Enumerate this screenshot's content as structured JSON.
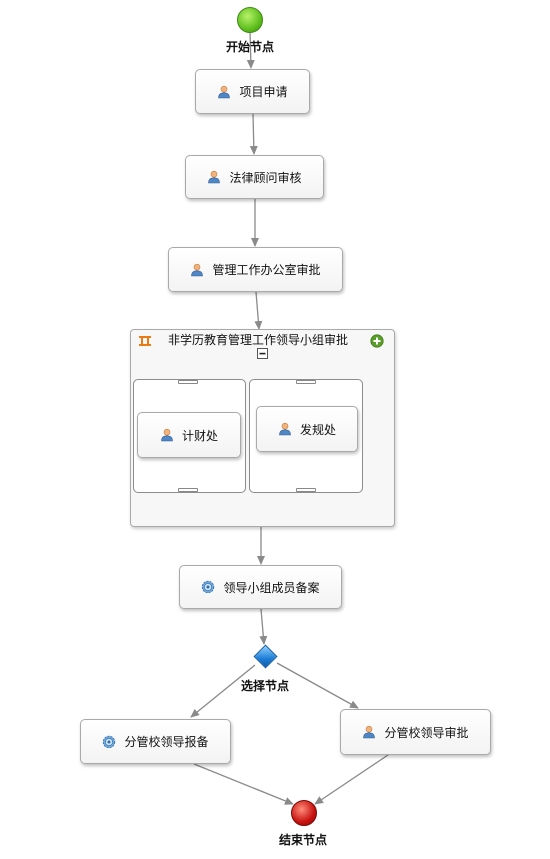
{
  "start": {
    "label": "开始节点"
  },
  "end": {
    "label": "结束节点"
  },
  "decision": {
    "label": "选择节点"
  },
  "nodes": {
    "apply": "项目申请",
    "legal": "法律顾问审核",
    "office": "管理工作办公室审批",
    "finance": "计财处",
    "regulation": "发规处",
    "record": "领导小组成员备案",
    "report": "分管校领导报备",
    "approve": "分管校领导审批"
  },
  "group": {
    "title": "非学历教育管理工作领导小组审批"
  },
  "colors": {
    "start": "#5fbf1f",
    "end": "#c7120f",
    "decision": "#1e7fd6",
    "edge": "#8a8a8a",
    "group_badge": "#e87b14",
    "add_button": "#5a9e2a"
  },
  "icons": {
    "user": "user-icon",
    "service": "gear-icon",
    "parallel": "parallel-icon",
    "add": "plus-icon",
    "collapse": "minus-icon"
  }
}
